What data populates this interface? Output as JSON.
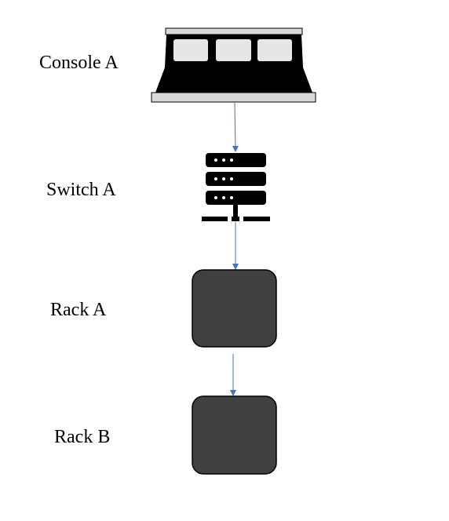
{
  "nodes": {
    "console": {
      "label": "Console A",
      "icon": "console-icon"
    },
    "switch": {
      "label": "Switch A",
      "icon": "server-switch-icon"
    },
    "rack_a": {
      "label": "Rack A",
      "icon": "rack-icon"
    },
    "rack_b": {
      "label": "Rack B",
      "icon": "rack-icon"
    }
  },
  "connections": [
    {
      "from": "Console A",
      "to": "Switch A"
    },
    {
      "from": "Switch A",
      "to": "Rack A"
    },
    {
      "from": "Rack A",
      "to": "Rack B"
    }
  ],
  "colors": {
    "connector": "#4472C4",
    "icon_dark": "#000000",
    "rack_fill": "#404040",
    "console_panel": "#e6e6e6",
    "console_bar": "#d9d9d9"
  }
}
